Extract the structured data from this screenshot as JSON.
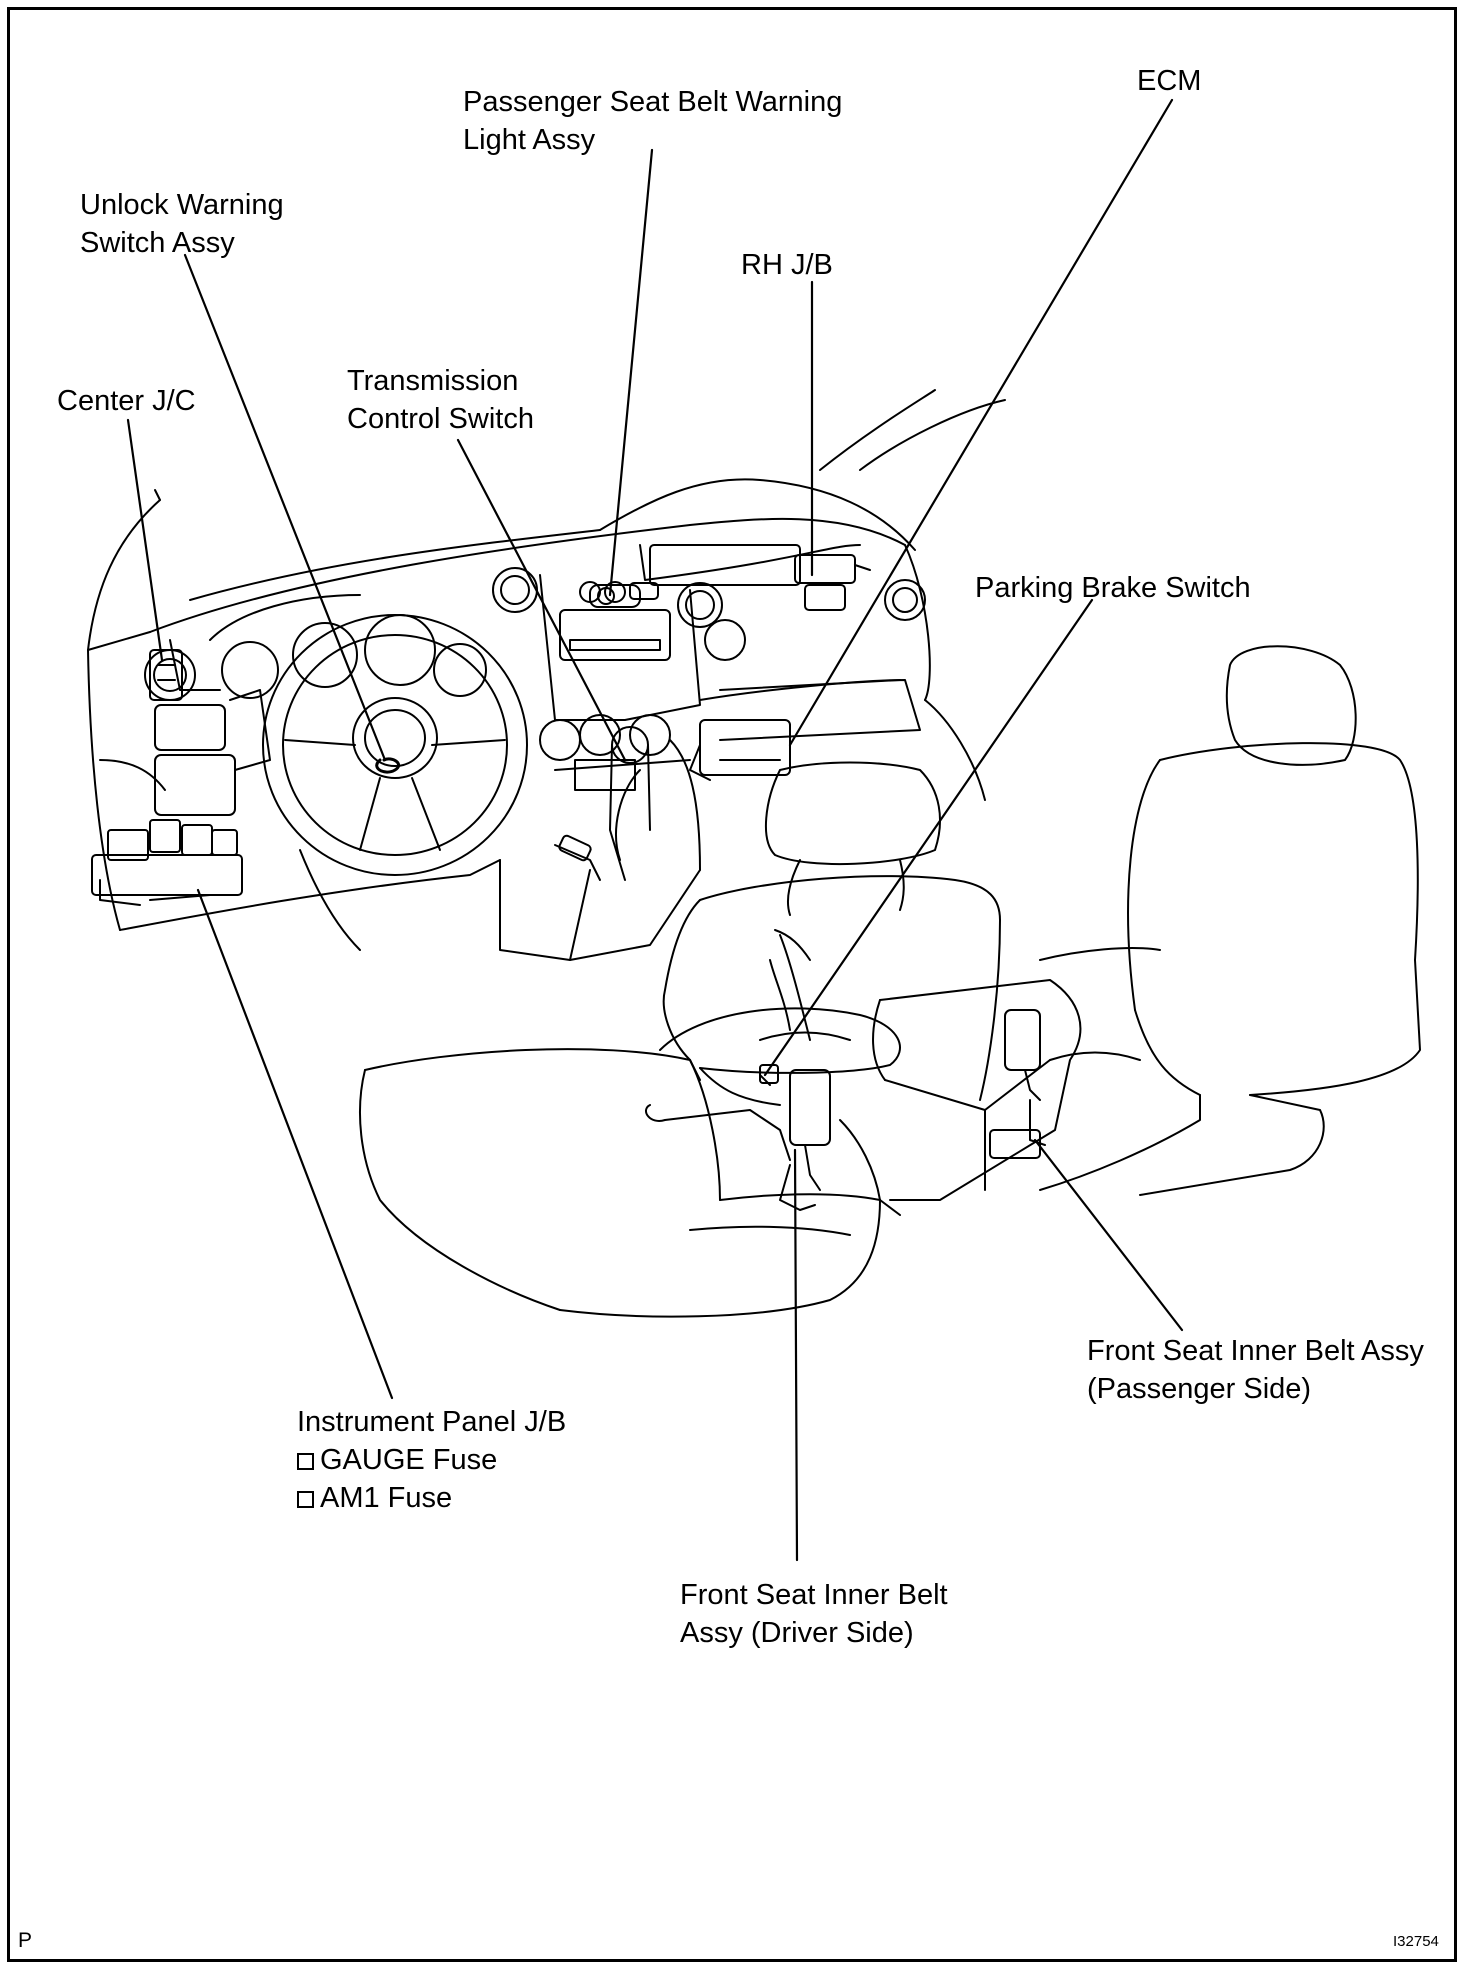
{
  "labels": {
    "passenger_seat_belt_warning_light": [
      "Passenger Seat Belt Warning",
      "Light Assy"
    ],
    "ecm": "ECM",
    "unlock_warning_switch": [
      "Unlock Warning",
      "Switch Assy"
    ],
    "rh_jb": "RH J/B",
    "center_jc": "Center J/C",
    "transmission_control_switch": [
      "Transmission",
      "Control Switch"
    ],
    "parking_brake_switch": "Parking Brake Switch",
    "front_seat_inner_belt_passenger": [
      "Front Seat Inner Belt Assy",
      "(Passenger Side)"
    ],
    "instrument_panel_jb": {
      "title": "Instrument Panel J/B",
      "fuses": [
        "GAUGE Fuse",
        "AM1 Fuse"
      ]
    },
    "front_seat_inner_belt_driver": [
      "Front Seat Inner Belt",
      "Assy (Driver Side)"
    ]
  },
  "corner_left": "P",
  "figure_id": "I32754"
}
